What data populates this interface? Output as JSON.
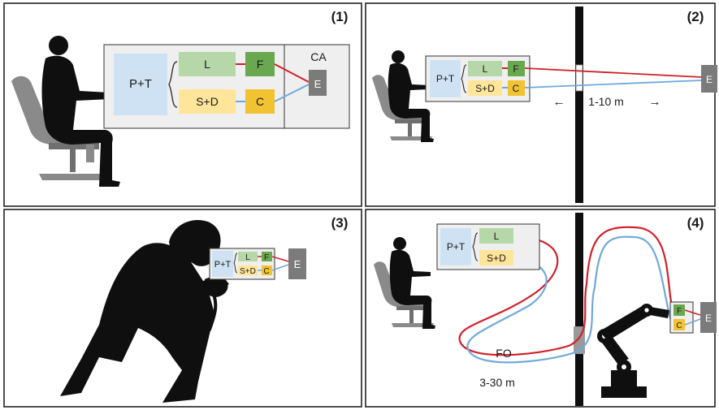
{
  "colors": {
    "pt": "#cfe2f3",
    "l": "#b6d7a8",
    "f": "#6aa84f",
    "sd": "#ffe599",
    "c": "#f1c232",
    "e": "#7b7b7b",
    "red_fiber": "#d0202a",
    "blue_fiber": "#6fa8dc",
    "wall": "#0f0f0f"
  },
  "panels": {
    "p1": {
      "number": "(1)",
      "pt": "P+T",
      "l": "L",
      "f": "F",
      "sd": "S+D",
      "c": "C",
      "ca": "CA",
      "e": "E"
    },
    "p2": {
      "number": "(2)",
      "pt": "P+T",
      "l": "L",
      "f": "F",
      "sd": "S+D",
      "c": "C",
      "e": "E",
      "distance": "1-10 m",
      "arrow_left": "←",
      "arrow_right": "→"
    },
    "p3": {
      "number": "(3)",
      "pt": "P+T",
      "l": "L",
      "f": "F",
      "sd": "S+D",
      "c": "C",
      "e": "E"
    },
    "p4": {
      "number": "(4)",
      "pt": "P+T",
      "l": "L",
      "f": "F",
      "sd": "S+D",
      "c": "C",
      "e": "E",
      "fo": "FO",
      "distance": "3-30 m"
    }
  }
}
